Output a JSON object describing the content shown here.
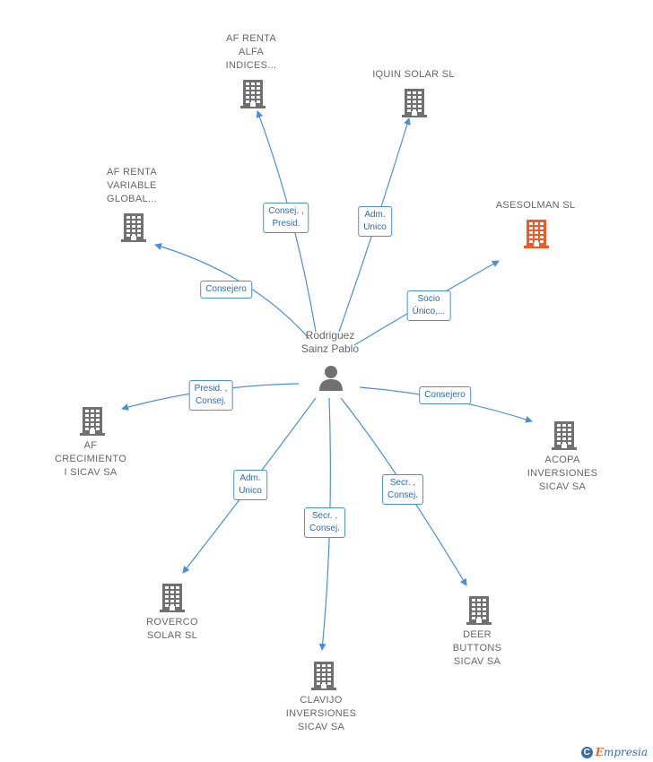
{
  "center": {
    "label": "Rodriguez\nSainz Pablo",
    "icon": "person-icon"
  },
  "colors": {
    "edge": "#4a90d9",
    "building": "#707070",
    "highlight": "#f05a28",
    "text": "#666666"
  },
  "nodes": [
    {
      "id": "af-renta-alfa",
      "label": "AF RENTA\nALFA\nINDICES...",
      "highlight": false
    },
    {
      "id": "iquin-solar",
      "label": "IQUIN SOLAR SL",
      "highlight": false
    },
    {
      "id": "af-renta-variable",
      "label": "AF RENTA\nVARIABLE\nGLOBAL...",
      "highlight": false
    },
    {
      "id": "asesolman",
      "label": "ASESOLMAN SL",
      "highlight": true
    },
    {
      "id": "af-crecimiento",
      "label": "AF\nCRECIMIENTO\nI SICAV SA",
      "highlight": false
    },
    {
      "id": "acopa",
      "label": "ACOPA\nINVERSIONES\nSICAV SA",
      "highlight": false
    },
    {
      "id": "roverco",
      "label": "ROVERCO\nSOLAR SL",
      "highlight": false
    },
    {
      "id": "deer-buttons",
      "label": "DEER\nBUTTONS\nSICAV SA",
      "highlight": false
    },
    {
      "id": "clavijo",
      "label": "CLAVIJO\nINVERSIONES\nSICAV SA",
      "highlight": false
    }
  ],
  "edges": [
    {
      "target": "af-renta-alfa",
      "label": "Consej. ,\nPresid."
    },
    {
      "target": "iquin-solar",
      "label": "Adm.\nUnico"
    },
    {
      "target": "af-renta-variable",
      "label": "Consejero"
    },
    {
      "target": "asesolman",
      "label": "Socio\nÚnico,..."
    },
    {
      "target": "af-crecimiento",
      "label": "Presid. ,\nConsej."
    },
    {
      "target": "acopa",
      "label": "Consejero"
    },
    {
      "target": "roverco",
      "label": "Adm.\nUnico"
    },
    {
      "target": "deer-buttons",
      "label": "Secr. ,\nConsej."
    },
    {
      "target": "clavijo",
      "label": "Secr. ,\nConsej."
    }
  ],
  "brand": {
    "copyright": "C",
    "name_initial": "E",
    "name_rest": "mpresia"
  }
}
